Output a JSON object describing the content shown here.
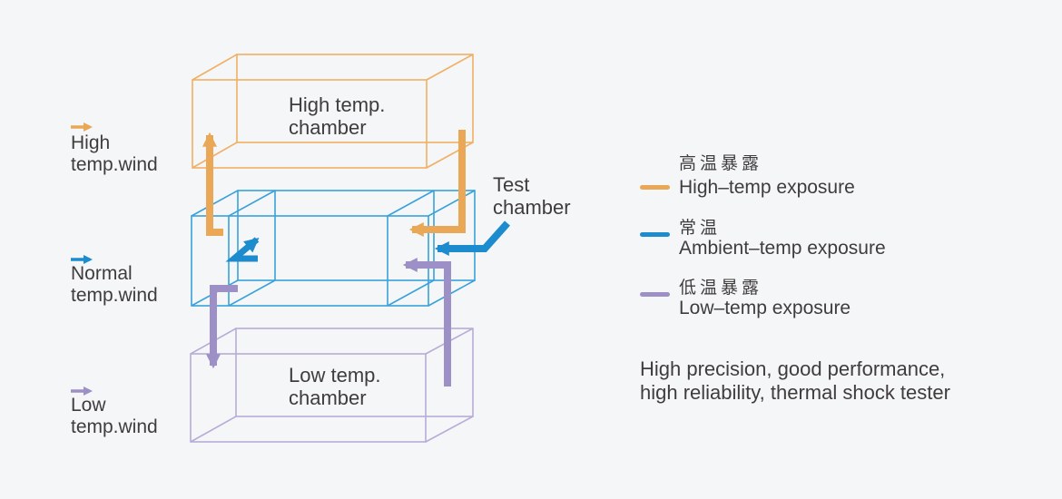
{
  "background_color": "#f5f6f8",
  "text_color": "#3f3c3d",
  "colors": {
    "high_temp_orange": "#EAA756",
    "high_temp_box": "#F0AF63",
    "ambient_blue": "#1C8CCE",
    "ambient_box": "#38A2DB",
    "low_temp_purple": "#9D90C7",
    "low_temp_box": "#B7ACD8"
  },
  "diagram": {
    "high_chamber": {
      "line1": "High temp.",
      "line2": "chamber"
    },
    "test_chamber": {
      "line1": "Test",
      "line2": "chamber"
    },
    "low_chamber": {
      "line1": "Low temp.",
      "line2": "chamber"
    },
    "wind_high": {
      "line1": "High",
      "line2": "temp.wind"
    },
    "wind_normal": {
      "line1": "Normal",
      "line2": "temp.wind"
    },
    "wind_low": {
      "line1": "Low",
      "line2": "temp.wind"
    }
  },
  "legend": {
    "items": [
      {
        "zh": "高温暴露",
        "en": "High–temp exposure",
        "color": "#EAA756"
      },
      {
        "zh": "常温",
        "en": "Ambient–temp exposure",
        "color": "#1C8CCE"
      },
      {
        "zh": "低温暴露",
        "en": "Low–temp exposure",
        "color": "#9D90C7"
      }
    ]
  },
  "description": {
    "line1": "High precision, good performance,",
    "line2": "high reliability, thermal shock tester"
  }
}
